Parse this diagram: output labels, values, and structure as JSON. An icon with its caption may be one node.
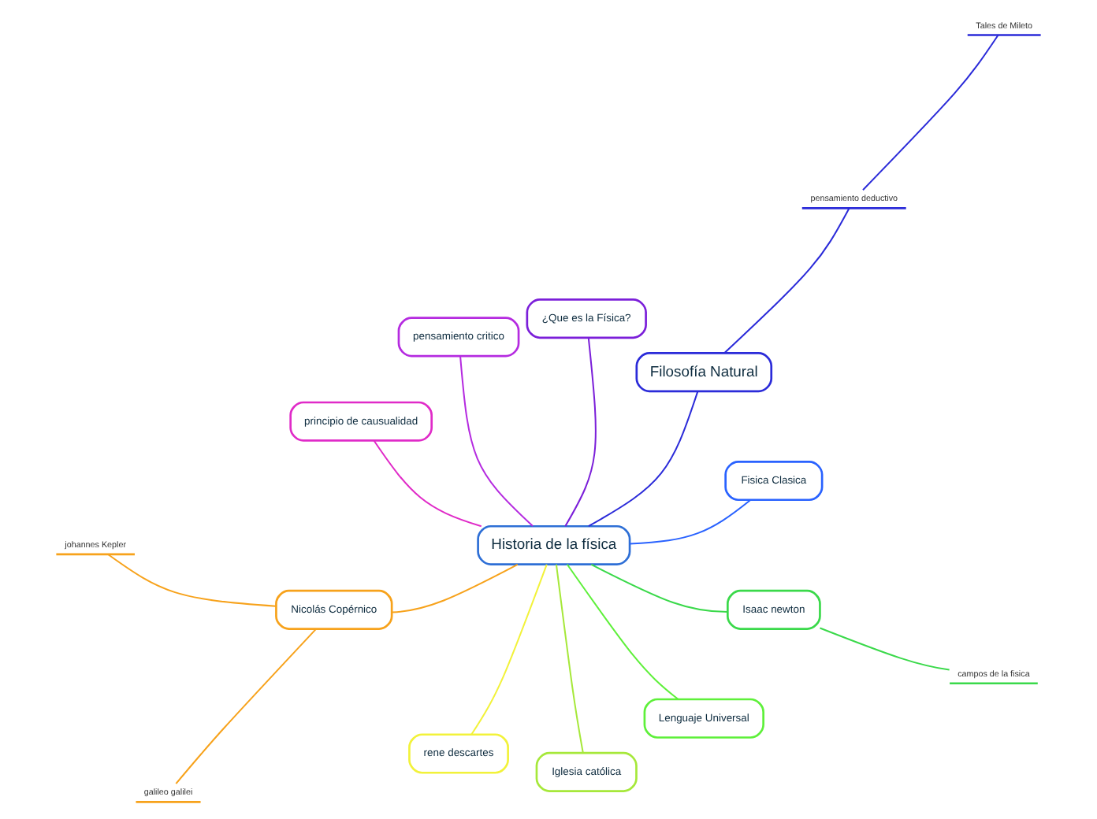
{
  "diagram": {
    "nodes": [
      {
        "text": [
          "Historia de la física"
        ]
      },
      {
        "text": [
          "Fisica Clasica"
        ]
      },
      {
        "text": [
          "Filosofía Natural"
        ]
      },
      {
        "text": [
          "pensamiento deductivo"
        ]
      },
      {
        "text": [
          "Tales de Mileto"
        ]
      },
      {
        "text": [
          "¿Que es la Física?"
        ]
      },
      {
        "text": [
          "pensamiento critico"
        ]
      },
      {
        "text": [
          "principio de causualidad"
        ]
      },
      {
        "text": [
          "Nicolás Copérnico"
        ]
      },
      {
        "text": [
          "johannes Kepler"
        ]
      },
      {
        "text": [
          "galileo galilei"
        ]
      },
      {
        "text": [
          "rene descartes"
        ]
      },
      {
        "text": [
          "Iglesia católica"
        ]
      },
      {
        "text": [
          "Lenguaje Universal"
        ]
      },
      {
        "text": [
          "Isaac newton"
        ]
      },
      {
        "text": [
          "campos de la fisica"
        ]
      }
    ],
    "edges": [
      {
        "from": 0,
        "to": 1,
        "arrow": "none",
        "color": "#2962ff"
      },
      {
        "from": 0,
        "to": 2,
        "arrow": "none",
        "color": "#2b2bd9"
      },
      {
        "from": 2,
        "to": 3,
        "arrow": "none",
        "color": "#2b2bd9"
      },
      {
        "from": 3,
        "to": 4,
        "arrow": "none",
        "color": "#2b2bd9"
      },
      {
        "from": 0,
        "to": 5,
        "arrow": "none",
        "color": "#7b1fd9"
      },
      {
        "from": 0,
        "to": 6,
        "arrow": "none",
        "color": "#b52be0"
      },
      {
        "from": 0,
        "to": 7,
        "arrow": "none",
        "color": "#e02bc8"
      },
      {
        "from": 0,
        "to": 8,
        "arrow": "none",
        "color": "#f7a21b"
      },
      {
        "from": 8,
        "to": 9,
        "arrow": "none",
        "color": "#f7a21b"
      },
      {
        "from": 8,
        "to": 10,
        "arrow": "none",
        "color": "#f7a21b"
      },
      {
        "from": 0,
        "to": 11,
        "arrow": "none",
        "color": "#f2f23a"
      },
      {
        "from": 0,
        "to": 12,
        "arrow": "none",
        "color": "#a6e83a"
      },
      {
        "from": 0,
        "to": 13,
        "arrow": "none",
        "color": "#5ef03a"
      },
      {
        "from": 0,
        "to": 14,
        "arrow": "none",
        "color": "#3ad94a"
      },
      {
        "from": 14,
        "to": 15,
        "arrow": "none",
        "color": "#3ad94a"
      }
    ]
  }
}
